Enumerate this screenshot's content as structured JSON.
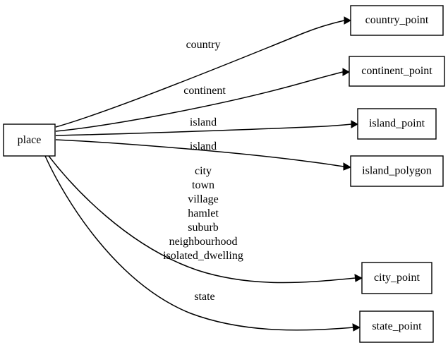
{
  "diagram": {
    "type": "directed-graph",
    "orientation": "left-to-right",
    "background_color": "#ffffff",
    "stroke_color": "#000000",
    "source_node": {
      "id": "place",
      "label": "place"
    },
    "target_nodes": [
      {
        "id": "country_point",
        "label": "country_point"
      },
      {
        "id": "continent_point",
        "label": "continent_point"
      },
      {
        "id": "island_point",
        "label": "island_point"
      },
      {
        "id": "island_polygon",
        "label": "island_polygon"
      },
      {
        "id": "city_point",
        "label": "city_point"
      },
      {
        "id": "state_point",
        "label": "state_point"
      }
    ],
    "edges": [
      {
        "from": "place",
        "to": "country_point",
        "label": "country",
        "label_lines": [
          "country"
        ]
      },
      {
        "from": "place",
        "to": "continent_point",
        "label": "continent",
        "label_lines": [
          "continent"
        ]
      },
      {
        "from": "place",
        "to": "island_point",
        "label": "island",
        "label_lines": [
          "island"
        ]
      },
      {
        "from": "place",
        "to": "island_polygon",
        "label": "island",
        "label_lines": [
          "island"
        ]
      },
      {
        "from": "place",
        "to": "city_point",
        "label": "city town village hamlet suburb neighbourhood isolated_dwelling",
        "label_lines": [
          "city",
          "town",
          "village",
          "hamlet",
          "suburb",
          "neighbourhood",
          "isolated_dwelling"
        ]
      },
      {
        "from": "place",
        "to": "state_point",
        "label": "state",
        "label_lines": [
          "state"
        ]
      }
    ]
  }
}
